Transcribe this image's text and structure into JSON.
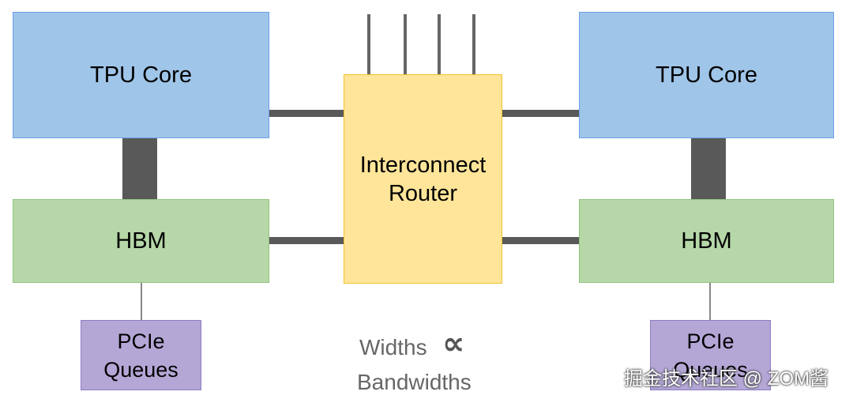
{
  "diagram": {
    "left": {
      "tpu_core": "TPU Core",
      "hbm": "HBM",
      "pcie": [
        "PCIe",
        "Queues"
      ]
    },
    "right": {
      "tpu_core": "TPU Core",
      "hbm": "HBM",
      "pcie": [
        "PCIe",
        "Queues"
      ]
    },
    "router": [
      "Interconnect",
      "Router"
    ],
    "legend": {
      "widths": "Widths",
      "symbol": "∝",
      "bandwidths": "Bandwidths"
    },
    "watermark": "掘金技术社区 @ ZOM酱"
  },
  "colors": {
    "tpu_fill": "#9fc5e8",
    "hbm_fill": "#b6d7a8",
    "router_fill": "#ffe599",
    "pcie_fill": "#b4a7d6",
    "link": "#595959",
    "legend_text": "#666666"
  }
}
